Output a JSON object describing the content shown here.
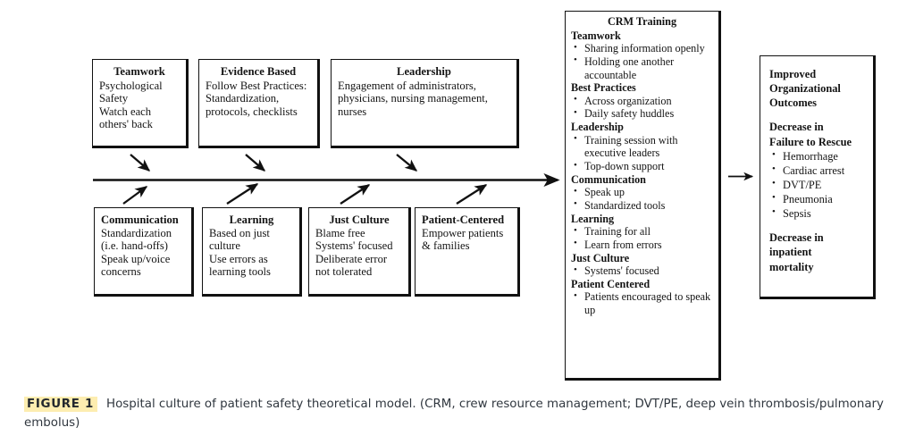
{
  "figure": {
    "label": "FIGURE 1",
    "caption": "Hospital culture of patient safety theoretical model. (CRM, crew resource management; DVT/PE, deep vein thrombosis/pulmonary embolus)",
    "highlight_color": "#fdedb0",
    "caption_color": "#30373f"
  },
  "top_row": [
    {
      "id": "teamwork",
      "title": "Teamwork",
      "lines": [
        "Psychological",
        "Safety",
        "Watch each",
        "others' back"
      ]
    },
    {
      "id": "evidence-based",
      "title": "Evidence Based",
      "lines": [
        "Follow Best Practices:",
        "Standardization,",
        "protocols, checklists"
      ]
    },
    {
      "id": "leadership",
      "title": "Leadership",
      "lines": [
        "Engagement of administrators,",
        "physicians, nursing management,",
        "nurses"
      ]
    }
  ],
  "bottom_row": [
    {
      "id": "communication",
      "title": "Communication",
      "title_align": "left",
      "lines": [
        "Standardization",
        "(i.e. hand-offs)",
        "Speak up/voice",
        "concerns"
      ]
    },
    {
      "id": "learning",
      "title": "Learning",
      "title_align": "center",
      "lines": [
        "Based on just",
        "culture",
        "Use errors as",
        "learning tools"
      ]
    },
    {
      "id": "just-culture",
      "title": "Just Culture",
      "title_align": "center",
      "lines": [
        "Blame free",
        "Systems' focused",
        "Deliberate error",
        "not tolerated"
      ]
    },
    {
      "id": "patient-centered",
      "title": "Patient-Centered",
      "title_align": "left",
      "lines": [
        "Empower patients",
        " & families"
      ]
    }
  ],
  "crm": {
    "title": "CRM Training",
    "groups": [
      {
        "heading": "Teamwork",
        "bullets": [
          "Sharing information openly",
          "Holding one another accountable"
        ]
      },
      {
        "heading": "Best Practices",
        "bullets": [
          "Across organization",
          "Daily safety huddles"
        ]
      },
      {
        "heading": "Leadership",
        "bullets": [
          "Training session with executive leaders",
          "Top-down support"
        ]
      },
      {
        "heading": "Communication",
        "bullets": [
          "Speak up",
          "Standardized tools"
        ]
      },
      {
        "heading": "Learning",
        "bullets": [
          "Training for all",
          "Learn from errors"
        ]
      },
      {
        "heading": "Just Culture",
        "bullets": [
          "Systems' focused"
        ]
      },
      {
        "heading": "Patient Centered",
        "bullets": [
          "Patients encouraged to speak up"
        ]
      }
    ]
  },
  "outcomes": {
    "heading_lines": [
      "Improved",
      "Organizational",
      "Outcomes"
    ],
    "section_heading_lines": [
      "Decrease in",
      "Failure to Rescue"
    ],
    "bullets": [
      "Hemorrhage",
      "Cardiac arrest",
      "DVT/PE",
      "Pneumonia",
      "Sepsis"
    ],
    "footer_lines": [
      "Decrease in",
      "inpatient",
      "mortality"
    ]
  },
  "arrows": {
    "main_axis_label": "main-flow-arrow",
    "down_arrow_count": 3,
    "up_arrow_count": 4,
    "crm_to_outcomes_label": "crm-to-outcomes-arrow",
    "stroke_color": "#111111"
  }
}
